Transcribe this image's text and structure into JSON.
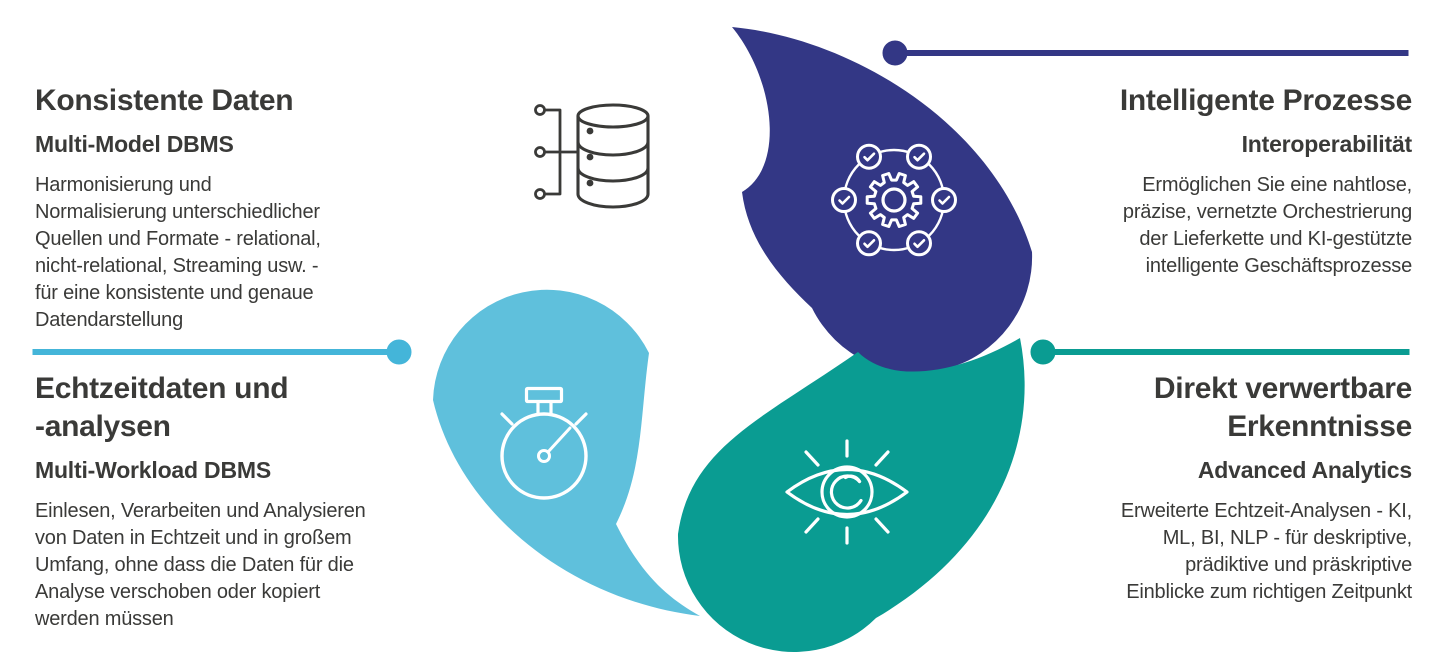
{
  "colors": {
    "navy": "#333785",
    "teal": "#0a9c92",
    "light_blue": "#5fc0dc",
    "line_light_blue": "#44b5d9",
    "text": "#3a3a38",
    "icon_stroke": "#3a3a38"
  },
  "sections": {
    "consistent_data": {
      "title": "Konsistente Daten",
      "subtitle": "Multi-Model DBMS",
      "body": "Harmonisierung und\nNormalisierung unterschiedlicher\nQuellen und Formate - relational,\nnicht-relational, Streaming usw. -\nfür eine konsistente und genaue\nDatendarstellung"
    },
    "intelligent_processes": {
      "title": "Intelligente Prozesse",
      "subtitle": "Interoperabilität",
      "body": "Ermöglichen Sie eine nahtlose,\npräzise, vernetzte Orchestrierung\nder Lieferkette und KI-gestützte\nintelligente Geschäftsprozesse"
    },
    "realtime_data": {
      "title": "Echtzeitdaten und\n-analysen",
      "subtitle": "Multi-Workload DBMS",
      "body": "Einlesen, Verarbeiten und Analysieren\nvon Daten in Echtzeit und in großem\nUmfang, ohne dass die Daten für die\nAnalyse verschoben oder kopiert\nwerden müssen"
    },
    "actionable_insights": {
      "title": "Direkt verwertbare\nErkenntnisse",
      "subtitle": "Advanced Analytics",
      "body": "Erweiterte Echtzeit-Analysen - KI,\nML, BI, NLP - für deskriptive,\nprädiktive und präskriptive\nEinblicke zum richtigen Zeitpunkt"
    }
  },
  "icons": {
    "database": "database-icon",
    "gear_network": "gear-network-icon",
    "eye": "eye-icon",
    "stopwatch": "stopwatch-icon"
  }
}
